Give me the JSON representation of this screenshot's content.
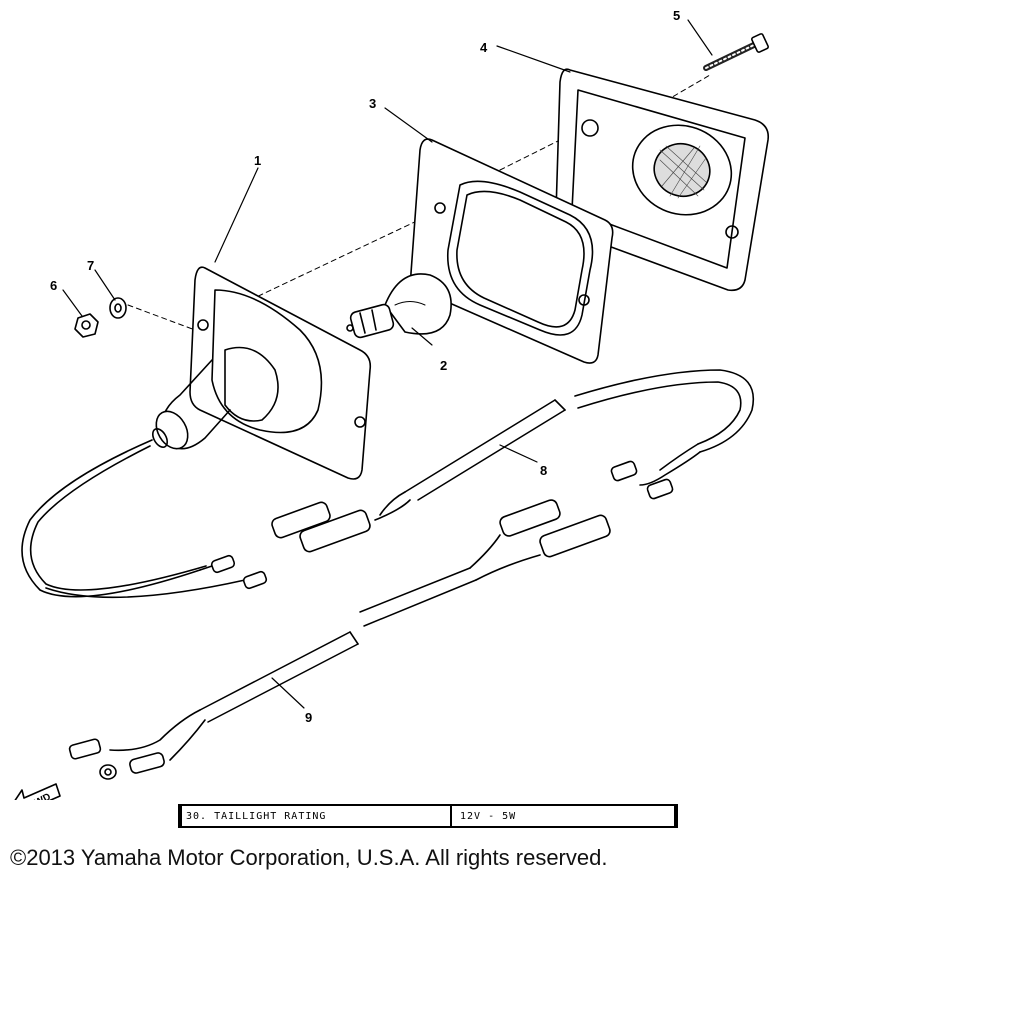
{
  "diagram": {
    "callouts": {
      "housing": "1",
      "bulb": "2",
      "gasket": "3",
      "lens": "4",
      "screw": "5",
      "nut": "6",
      "washer": "7",
      "wire_lead_8": "8",
      "wire_lead_9": "9"
    },
    "fwd_label": "FWD"
  },
  "rating_table": {
    "label": "30.  TAILLIGHT RATING",
    "value": "12V - 5W"
  },
  "footer": {
    "copyright": "©2013 Yamaha Motor Corporation, U.S.A. All rights reserved."
  }
}
